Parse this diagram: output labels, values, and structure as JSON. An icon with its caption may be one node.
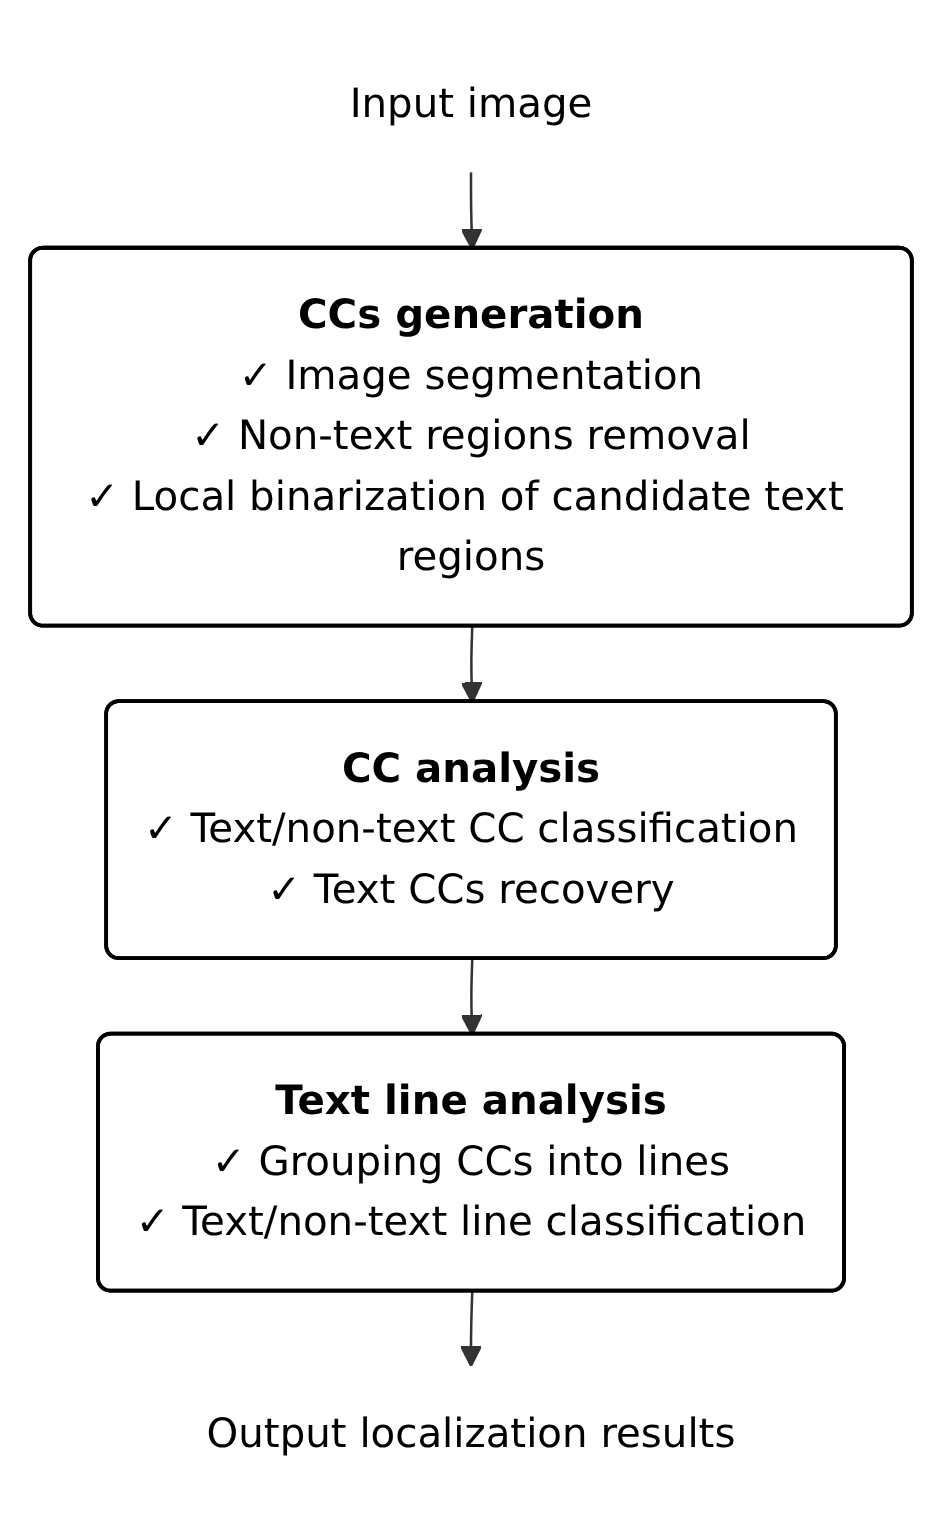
{
  "diagram": {
    "nodes": [
      {
        "text": [
          "Input image"
        ]
      },
      {
        "text": [
          "CCs generation",
          "✓ Image segmentation",
          "✓ Non-text regions removal",
          "✓ Local binarization of candidate text regions"
        ]
      },
      {
        "text": [
          "CC analysis",
          "✓ Text/non-text CC classification",
          "✓ Text CCs recovery"
        ]
      },
      {
        "text": [
          "Text line analysis",
          "✓ Grouping CCs into lines",
          "✓ Text/non-text line classification"
        ]
      },
      {
        "text": [
          "Output localization results"
        ]
      }
    ],
    "edges": [
      {
        "from": 0,
        "to": 1,
        "arrow": "to"
      },
      {
        "from": 1,
        "to": 2,
        "arrow": "to"
      },
      {
        "from": 2,
        "to": 3,
        "arrow": "to"
      },
      {
        "from": 3,
        "to": 4,
        "arrow": "to"
      }
    ]
  }
}
